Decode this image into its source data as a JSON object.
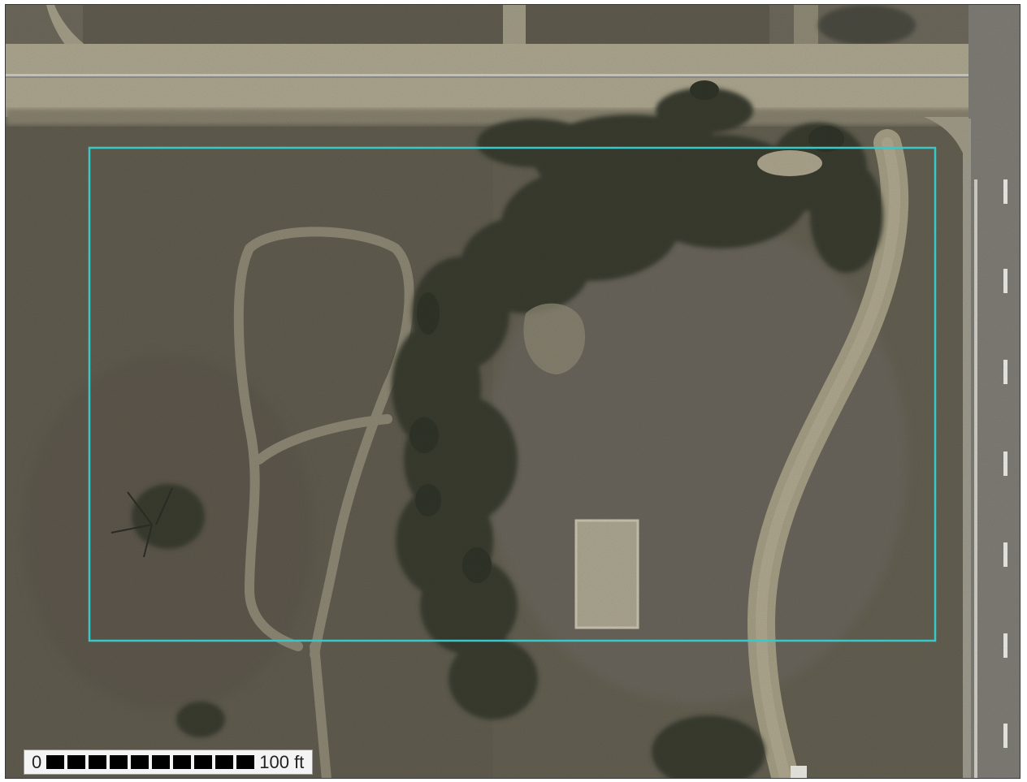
{
  "map": {
    "parcel_outline_color": "#37c9c9",
    "scale_bar": {
      "start_label": "0",
      "end_label": "100 ft",
      "segments": 10
    }
  }
}
